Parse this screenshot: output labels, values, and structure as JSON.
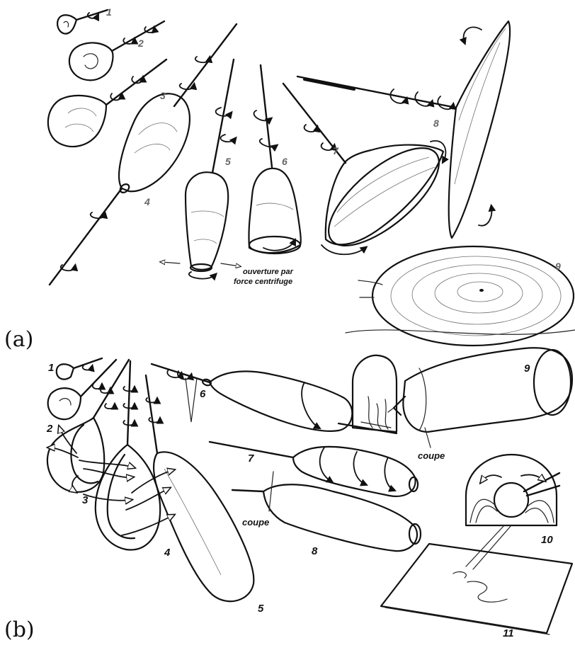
{
  "panel_a": {
    "label": "(a)",
    "steps": [
      "1",
      "2",
      "3",
      "4",
      "5",
      "6",
      "7",
      "8",
      "9"
    ],
    "annotation_line1": "ouverture par",
    "annotation_line2": "force centrifuge"
  },
  "panel_b": {
    "label": "(b)",
    "steps": [
      "1",
      "2",
      "3",
      "4",
      "5",
      "6",
      "7",
      "8",
      "9",
      "10",
      "11"
    ],
    "cut_label_1": "coupe",
    "cut_label_2": "coupe"
  }
}
